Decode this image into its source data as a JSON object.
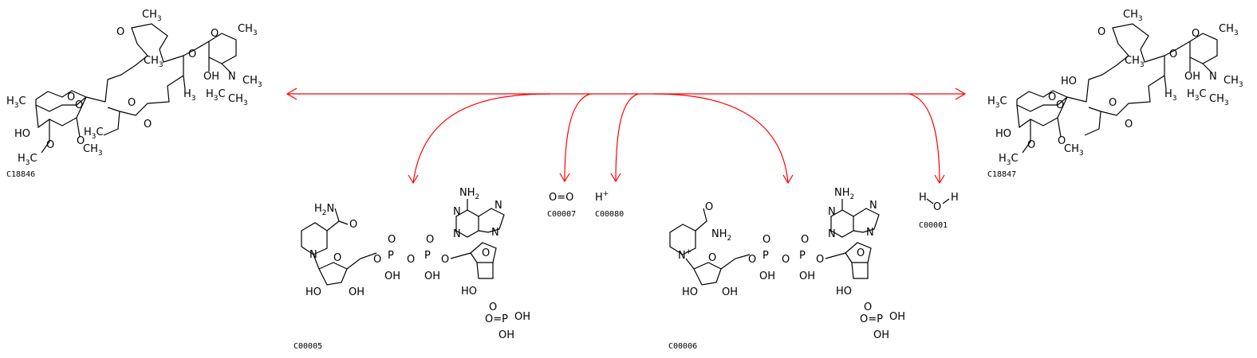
{
  "reaction": {
    "substrate": {
      "id": "C18846"
    },
    "product": {
      "id": "C18847"
    },
    "side_compounds": [
      {
        "id": "C00005"
      },
      {
        "id": "C00007",
        "formula": "O=O"
      },
      {
        "id": "C00080",
        "formula": "H",
        "charge": "+"
      },
      {
        "id": "C00006"
      },
      {
        "id": "C00001",
        "formula_left": "H",
        "formula_mid": "O",
        "formula_right": "H"
      }
    ],
    "arrow_color": "#ff0000"
  }
}
